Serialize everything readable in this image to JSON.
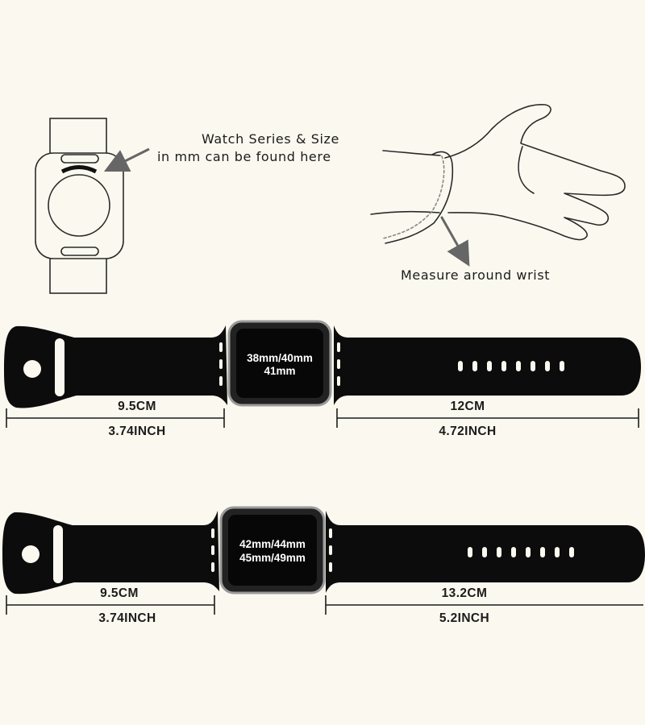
{
  "callouts": {
    "size_location_line1": "Watch Series & Size",
    "size_location_line2": "in mm can be found here",
    "measure_wrist": "Measure around wrist"
  },
  "bands": [
    {
      "face_line1": "38mm/40mm",
      "face_line2": "41mm",
      "left_cm": "9.5CM",
      "left_inch": "3.74INCH",
      "right_cm": "12CM",
      "right_inch": "4.72INCH"
    },
    {
      "face_line1": "42mm/44mm",
      "face_line2": "45mm/49mm",
      "left_cm": "9.5CM",
      "left_inch": "3.74INCH",
      "right_cm": "13.2CM",
      "right_inch": "5.2INCH"
    }
  ],
  "colors": {
    "background": "#fbf9ef",
    "band": "#0c0c0c",
    "outline": "#2a2a2a",
    "arrow": "#666666"
  }
}
